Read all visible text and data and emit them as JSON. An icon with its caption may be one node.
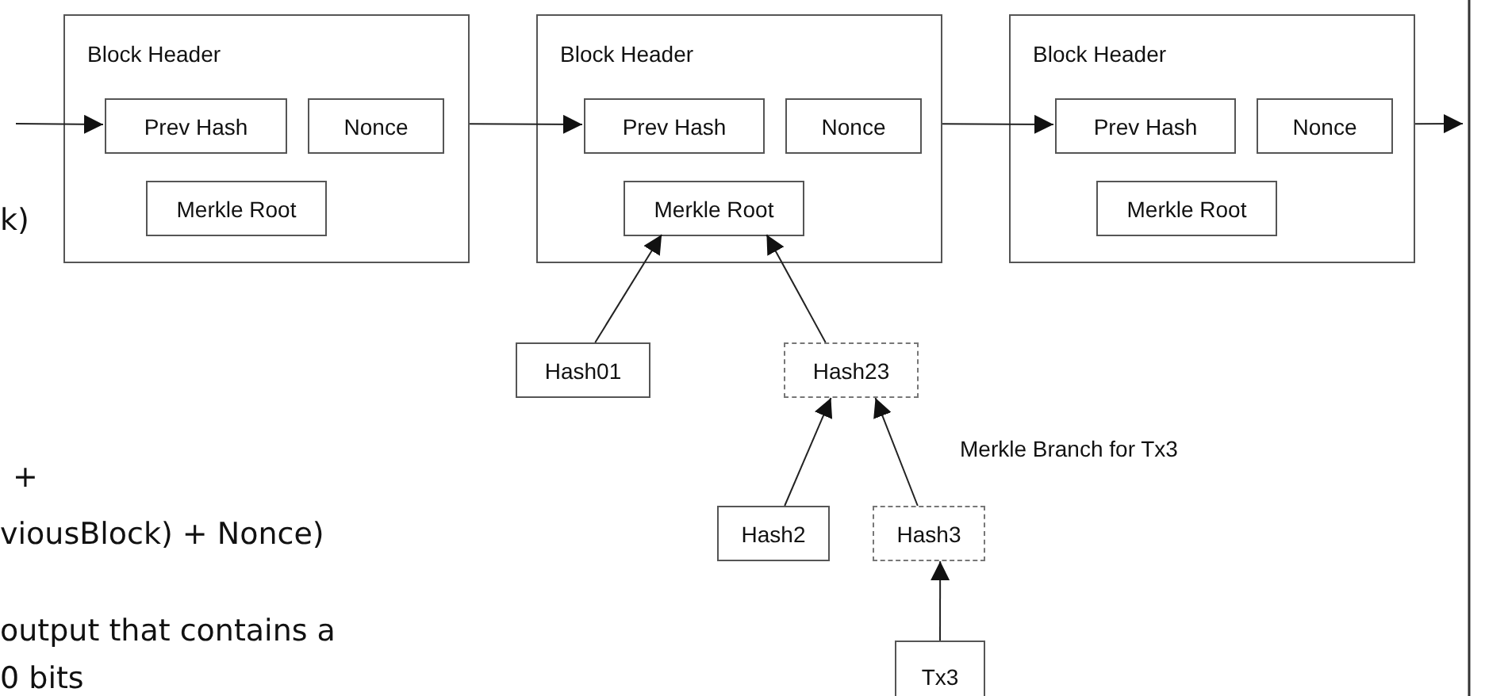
{
  "diagram": {
    "nodes": [
      {
        "text": [
          "Block Header"
        ]
      },
      {
        "text": [
          "Prev Hash"
        ],
        "in": 0
      },
      {
        "text": [
          "Nonce"
        ],
        "in": 0
      },
      {
        "text": [
          "Merkle Root"
        ],
        "in": 0
      },
      {
        "text": [
          "Block Header"
        ]
      },
      {
        "text": [
          "Prev Hash"
        ],
        "in": 4
      },
      {
        "text": [
          "Nonce"
        ],
        "in": 4
      },
      {
        "text": [
          "Merkle Root"
        ],
        "in": 4
      },
      {
        "text": [
          "Block Header"
        ]
      },
      {
        "text": [
          "Prev Hash"
        ],
        "in": 8
      },
      {
        "text": [
          "Nonce"
        ],
        "in": 8
      },
      {
        "text": [
          "Merkle Root"
        ],
        "in": 8
      },
      {
        "text": [
          "Hash01"
        ]
      },
      {
        "text": [
          "Hash23"
        ]
      },
      {
        "text": [
          "Hash2"
        ]
      },
      {
        "text": [
          "Hash3"
        ]
      },
      {
        "text": [
          "Tx3"
        ]
      }
    ],
    "edges": [
      {
        "from": null,
        "to": 1,
        "arrow": "to"
      },
      {
        "from": 0,
        "to": 5,
        "arrow": "to"
      },
      {
        "from": 4,
        "to": 9,
        "arrow": "to"
      },
      {
        "from": 8,
        "to": null,
        "arrow": "to"
      },
      {
        "from": 12,
        "to": 7,
        "arrow": "to"
      },
      {
        "from": 13,
        "to": 7,
        "arrow": "to"
      },
      {
        "from": 14,
        "to": 13,
        "arrow": "to"
      },
      {
        "from": 15,
        "to": 13,
        "arrow": "to"
      },
      {
        "from": 16,
        "to": 15,
        "arrow": "to"
      }
    ],
    "labels": [
      "k)",
      "+",
      "viousBlock) + Nonce)",
      "output that contains a",
      "0 bits",
      "Merkle Branch for Tx3"
    ]
  }
}
